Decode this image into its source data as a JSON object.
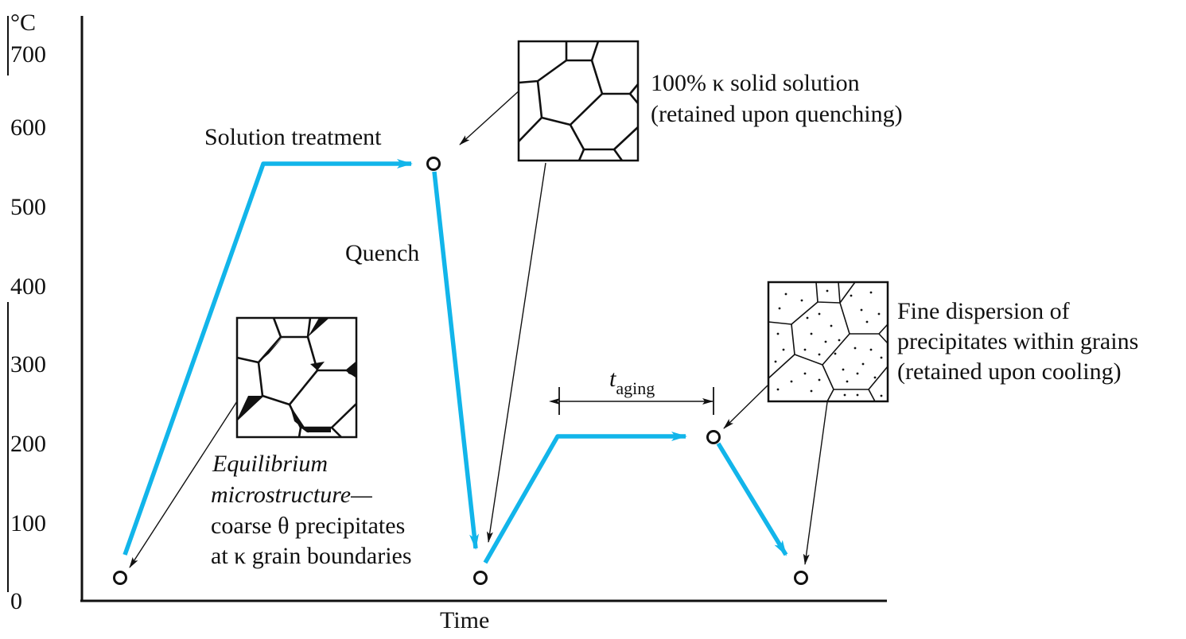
{
  "y_axis": {
    "unit": "°C",
    "ticks": [
      "700",
      "600",
      "500",
      "400",
      "300",
      "200",
      "100",
      "0"
    ]
  },
  "x_axis": {
    "label": "Time"
  },
  "labels": {
    "solution_treatment": "Solution treatment",
    "quench": "Quench",
    "t_aging_main": "t",
    "t_aging_sub": "aging",
    "solid_solution_1": "100% κ solid solution",
    "solid_solution_2": "(retained upon quenching)",
    "equilibrium_1": "Equilibrium",
    "equilibrium_2": "microstructure—",
    "equilibrium_3": "coarse θ precipitates",
    "equilibrium_4": "at κ grain boundaries",
    "fine_1": "Fine dispersion of",
    "fine_2": "precipitates within grains",
    "fine_3": "(retained upon cooling)"
  },
  "colors": {
    "process_path": "#12b5ea",
    "ink": "#111111"
  }
}
